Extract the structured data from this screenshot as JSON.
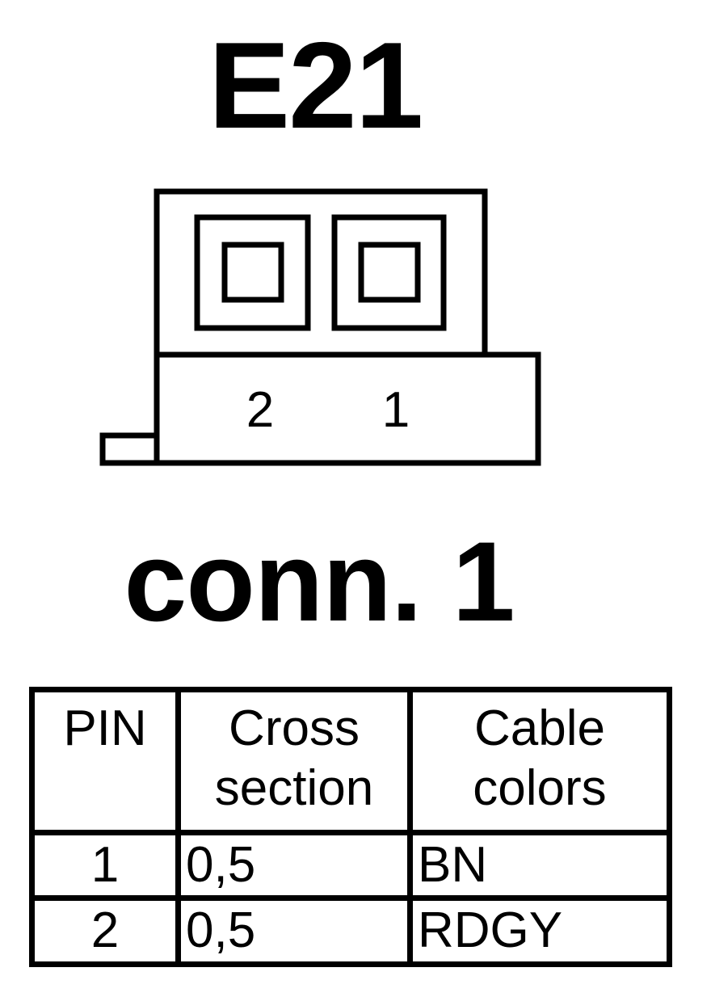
{
  "diagram": {
    "title": "E21",
    "subtitle": "conn. 1",
    "connector": {
      "pin_labels": [
        "2",
        "1"
      ]
    }
  },
  "pin_table": {
    "headers": [
      {
        "line1": "PIN",
        "line2": ""
      },
      {
        "line1": "Cross",
        "line2": "section"
      },
      {
        "line1": "Cable",
        "line2": "colors"
      }
    ],
    "rows": [
      {
        "pin": "1",
        "cross_section": "0,5",
        "color": "BN"
      },
      {
        "pin": "2",
        "cross_section": "0,5",
        "color": "RDGY"
      }
    ]
  }
}
